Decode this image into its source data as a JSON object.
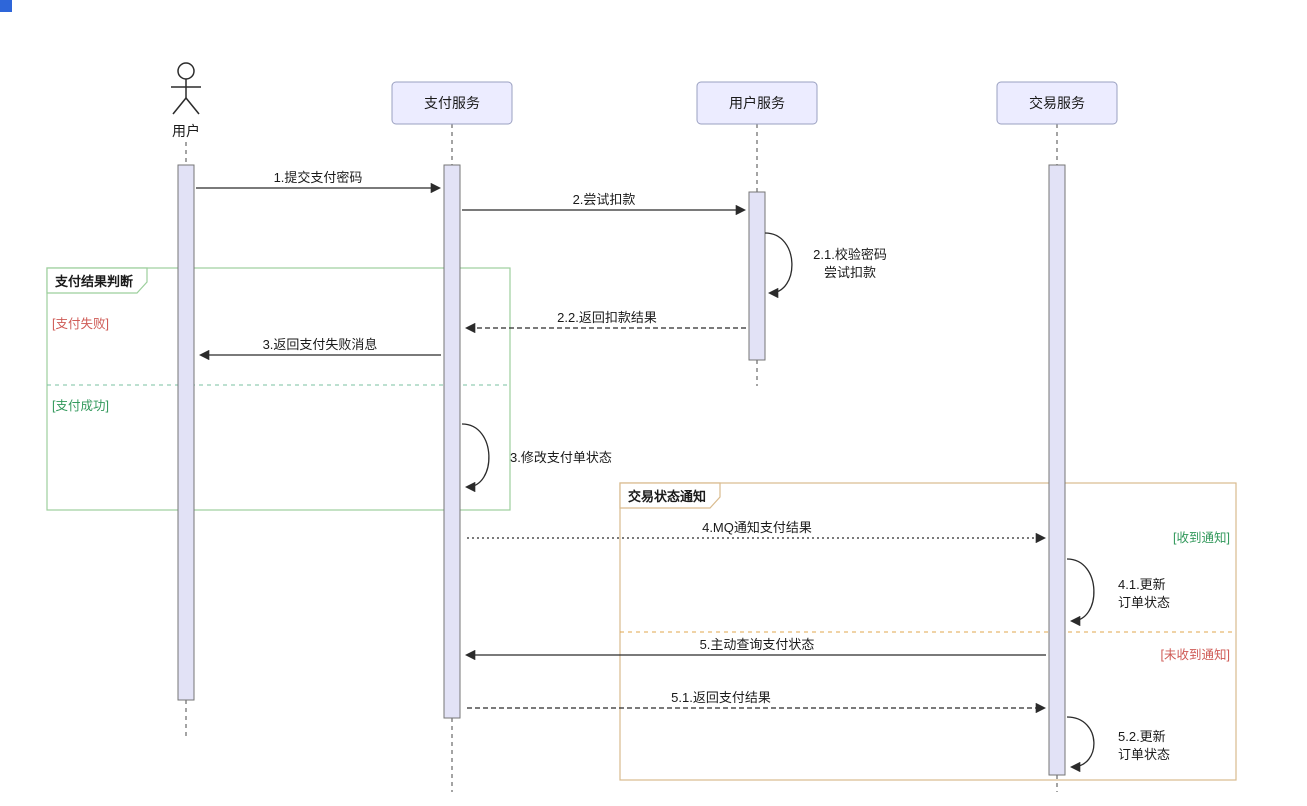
{
  "diagram_type": "sequence",
  "participants": [
    {
      "label": "用户",
      "kind": "actor"
    },
    {
      "label": "支付服务",
      "kind": "service"
    },
    {
      "label": "用户服务",
      "kind": "service"
    },
    {
      "label": "交易服务",
      "kind": "service"
    }
  ],
  "messages": {
    "m1": {
      "label": "1.提交支付密码",
      "from": "用户",
      "to": "支付服务",
      "style": "solid"
    },
    "m2": {
      "label": "2.尝试扣款",
      "from": "支付服务",
      "to": "用户服务",
      "style": "solid"
    },
    "m21a": "2.1.校验密码",
    "m21b": "尝试扣款",
    "m22": {
      "label": "2.2.返回扣款结果",
      "from": "用户服务",
      "to": "支付服务",
      "style": "dashed"
    },
    "m3": {
      "label": "3.返回支付失败消息",
      "from": "支付服务",
      "to": "用户",
      "style": "solid"
    },
    "m3b": {
      "label": "3.修改支付单状态",
      "self_on": "支付服务"
    },
    "m4": {
      "label": "4.MQ通知支付结果",
      "from": "支付服务",
      "to": "交易服务",
      "style": "dotted"
    },
    "m41a": "4.1.更新",
    "m41b": "订单状态",
    "m5": {
      "label": "5.主动查询支付状态",
      "from": "交易服务",
      "to": "支付服务",
      "style": "solid"
    },
    "m51": {
      "label": "5.1.返回支付结果",
      "from": "支付服务",
      "to": "交易服务",
      "style": "dashed"
    },
    "m52a": "5.2.更新",
    "m52b": "订单状态"
  },
  "frames": {
    "alt1": {
      "title": "支付结果判断",
      "guard_fail": "[支付失败]",
      "guard_success": "[支付成功]"
    },
    "alt2": {
      "title": "交易状态通知",
      "guard_received": "[收到通知]",
      "guard_not_received": "[未收到通知]"
    }
  },
  "colors": {
    "activation_fill": "#E2E2F6",
    "activation_border": "#767676",
    "participant_fill": "#ECECFF",
    "participant_border": "#9aa0c0",
    "message_line": "#2b2b2b",
    "frame1_border": "#9ccf9c",
    "frame1_divider": "#79c2a0",
    "frame2_border": "#d9bb8e",
    "frame2_divider": "#e2a74e",
    "guard_fail_red": "#cf5b56",
    "guard_success_green": "#33995c",
    "corner_marker": "#2e66d9"
  }
}
